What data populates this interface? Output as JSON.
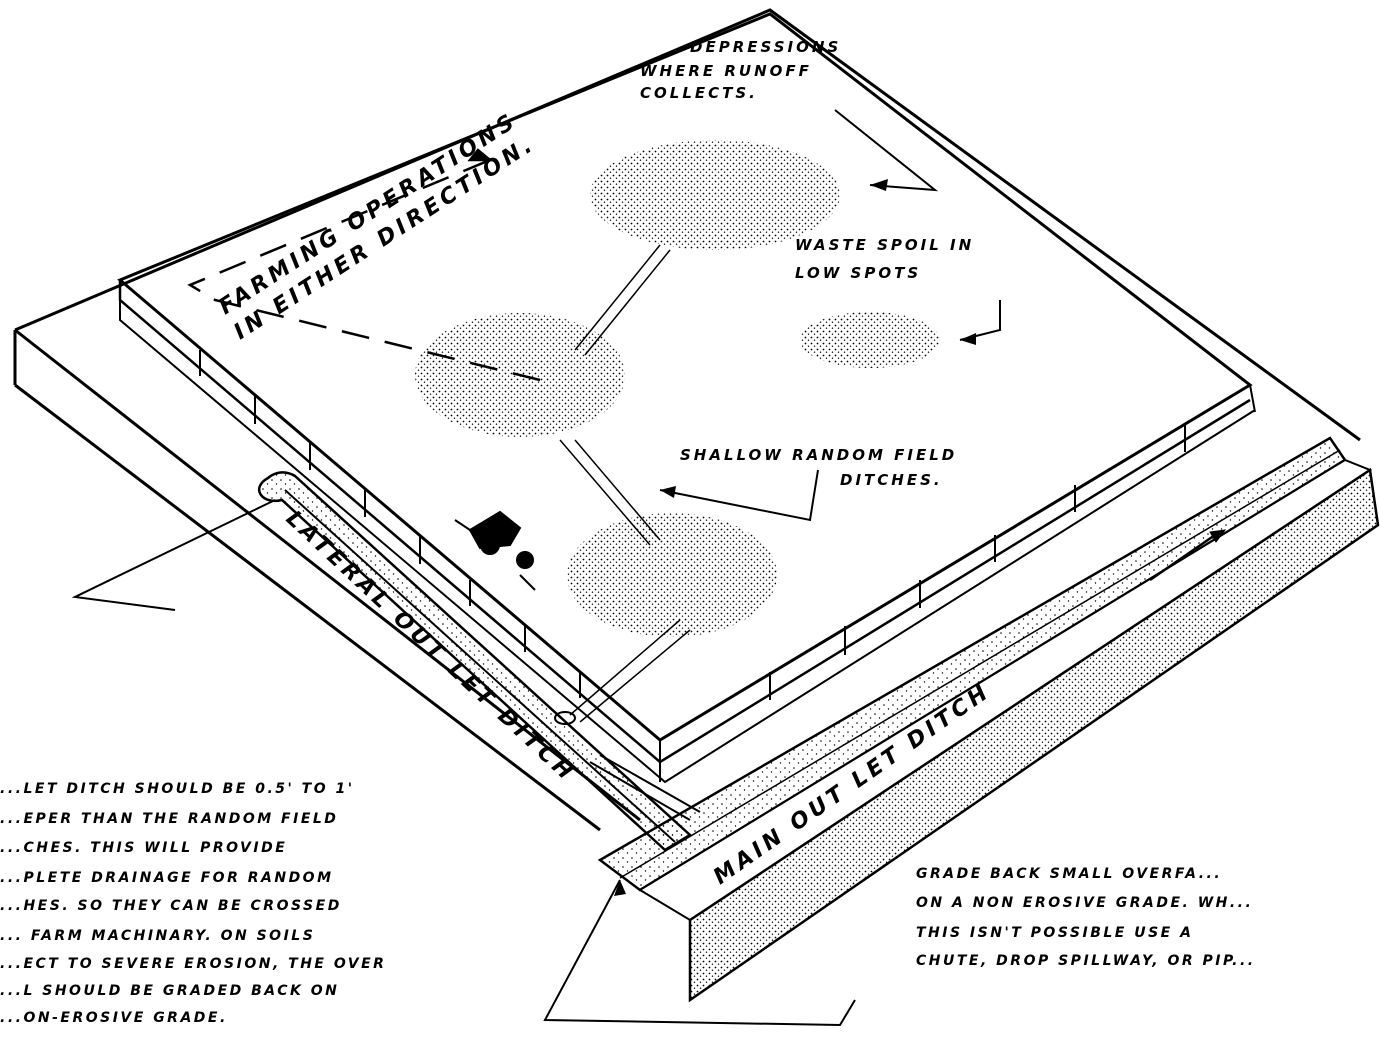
{
  "labels": {
    "depressions": [
      "DEPRESSIONS",
      "WHERE RUNOFF",
      "COLLECTS."
    ],
    "farming": [
      "FARMING OPERATIONS",
      "IN EITHER DIRECTION."
    ],
    "waste_spoil": [
      "WASTE SPOIL IN",
      "LOW SPOTS"
    ],
    "shallow_ditches": [
      "SHALLOW RANDOM FIELD",
      "DITCHES."
    ],
    "lateral_outlet": "LATERAL OUT LET DITCH",
    "main_outlet": "MAIN OUT LET DITCH"
  },
  "notes": {
    "left": [
      "...LET DITCH SHOULD BE 0.5' TO 1'",
      "...EPER THAN THE RANDOM FIELD",
      "...CHES. THIS WILL    PROVIDE",
      "...PLETE DRAINAGE FOR RANDOM",
      "...HES. SO THEY CAN BE CROSSED",
      "... FARM MACHINARY. ON SOILS",
      "...ECT TO SEVERE   EROSION, THE OVER",
      "...L SHOULD BE GRADED BACK ON",
      "...ON-EROSIVE GRADE."
    ],
    "right": [
      "GRADE BACK SMALL OVERFA...",
      "ON A NON EROSIVE GRADE. WH...",
      "THIS ISN'T POSSIBLE USE A",
      "CHUTE, DROP SPILLWAY, OR PIP..."
    ]
  },
  "colors": {
    "ink": "#000000",
    "paper": "#ffffff"
  }
}
